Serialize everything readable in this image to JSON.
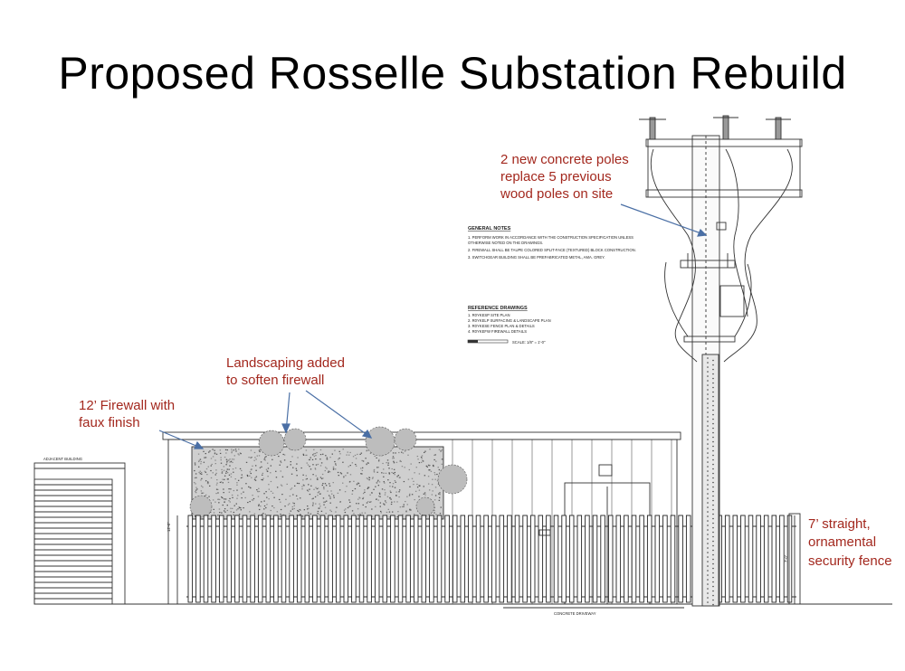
{
  "title": "Proposed Rosselle Substation Rebuild",
  "annotations": {
    "poles": [
      "2 new concrete poles",
      "replace 5 previous",
      "wood poles on site"
    ],
    "landscaping": [
      "Landscaping added",
      "to soften firewall"
    ],
    "firewall": [
      "12’ Firewall with",
      "faux finish"
    ],
    "fence": [
      "7’ straight,",
      "ornamental",
      "security  fence"
    ]
  },
  "drawing_notes": {
    "general_notes_heading": "GENERAL NOTES",
    "general_notes": [
      "1.   PERFORM WORK IN ACCORDANCE WITH THE CONSTRUCTION SPECIFICATION UNLESS",
      "      OTHERWISE NOTED ON THE DRAWINGS.",
      "2.   FIREWALL SHALL BE TAUPE COLORED SPLIT-FACE (TEXTURED) BLOCK CONSTRUCTION.",
      "3.   SWITCHGEAR BUILDING SHALL BE PREFABRICATED METAL, AMA. GREY."
    ],
    "reference_heading": "REFERENCE DRAWINGS",
    "reference_drawings": [
      "1.   R0YKESP      SITE PLAN",
      "2.   R0YKELP      SURFACING & LANDSCAPE PLAN",
      "3.   R0YKESE      FENCE PLAN & DETAILS",
      "4.   R0YKEFW      FIREWALL DETAILS"
    ],
    "scale_label": "SCALE: 1/8\" = 1'-0\"",
    "adjacent_building": "ADJACENT BUILDING",
    "concrete_driveway": "CONCRETE DRIVEWAY",
    "dim_left": "12'-0\"",
    "dim_right": "7'-0\""
  },
  "colors": {
    "annotation": "#a3281e",
    "arrow": "#4a6fa5",
    "line": "#333333"
  }
}
